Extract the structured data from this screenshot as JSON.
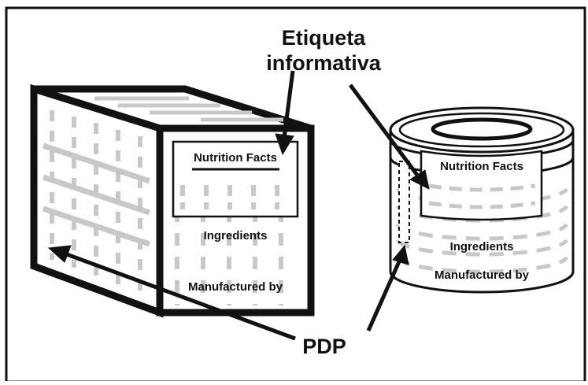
{
  "callouts": {
    "label_line1": "Etiqueta",
    "label_line2": "informativa",
    "pdp": "PDP"
  },
  "box": {
    "nutrition": "Nutrition Facts",
    "ingredients": "Ingredients",
    "manufacturer": "Manufactured by"
  },
  "can": {
    "nutrition": "Nutrition Facts",
    "ingredients": "Ingredients",
    "manufacturer": "Manufactured by"
  },
  "colors": {
    "ink": "#111111",
    "pattern": "#c8c8c8",
    "background": "#ffffff"
  }
}
